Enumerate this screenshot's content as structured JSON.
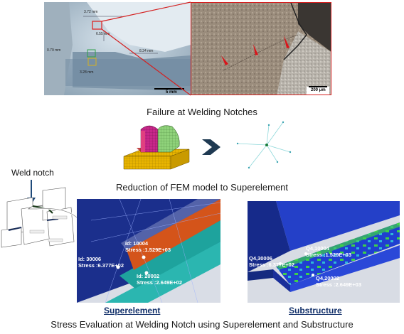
{
  "captions": {
    "failure": "Failure at Welding Notches",
    "reduction": "Reduction of FEM model to Superelement",
    "evaluation": "Stress Evaluation at Welding Notch using Superelement and Substructure"
  },
  "weld_notch_label": "Weld notch",
  "micrograph_left": {
    "scale": "5 mm",
    "dims": [
      "3.72 mm",
      "6.55 mm",
      "0.79 mm",
      "8.34 mm",
      "3.28 mm"
    ]
  },
  "micrograph_right": {
    "scale": "200 μm"
  },
  "superelement": {
    "title": "Superelement",
    "nodes": [
      {
        "id": "Id: 10004",
        "stress": "Stress :1.529E+03"
      },
      {
        "id": "Id: 30006",
        "stress": "Stress :6.377E+02"
      },
      {
        "id": "Id: 20002",
        "stress": "Stress :2.649E+02"
      }
    ]
  },
  "substructure": {
    "title": "Substructure",
    "nodes": [
      {
        "id": "Q4,10004",
        "stress": "Stress :1.529E+03"
      },
      {
        "id": "Q4,30006",
        "stress": "Stress :6.377E+02"
      },
      {
        "id": "Q4,20002",
        "stress": "Stress :2.649E+03"
      }
    ]
  },
  "colors": {
    "arrow": "#1f3a52",
    "red_outline": "#d42020",
    "fem_orange": "#d4541a",
    "fem_teal": "#2bb6b0",
    "fem_blue": "#1b2f8c",
    "sub_blue": "#1f3fd0",
    "title_blue": "#12306a"
  }
}
